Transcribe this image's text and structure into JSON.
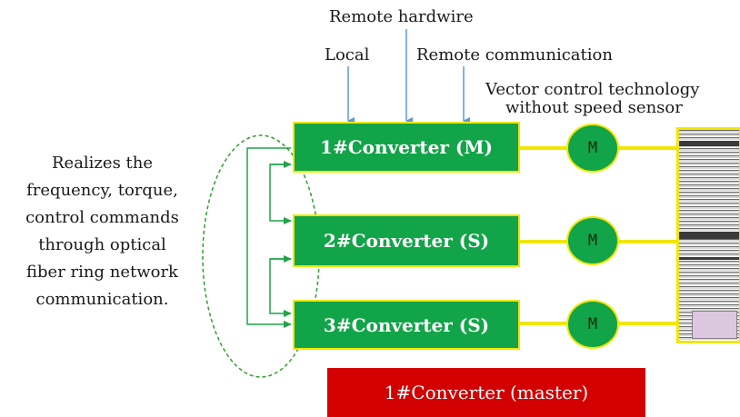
{
  "labels": {
    "remote_hardwire": "Remote hardwire",
    "local": "Local",
    "remote_communication": "Remote communication",
    "vector_line1": "Vector control technology",
    "vector_line2": "without speed sensor"
  },
  "side_text": [
    "Realizes the",
    "frequency, torque,",
    "control commands",
    "through optical",
    "fiber ring network",
    "communication."
  ],
  "converters": [
    {
      "label": "1#Converter (M)"
    },
    {
      "label": "2#Converter (S)"
    },
    {
      "label": "3#Converter (S)"
    }
  ],
  "motor_label": "M",
  "master_label": "1#Converter (master)",
  "colors": {
    "converter_green": "#12a448",
    "yellow": "#f2e600",
    "arrow_blue": "#5b9bd5",
    "master_red": "#d20000"
  }
}
